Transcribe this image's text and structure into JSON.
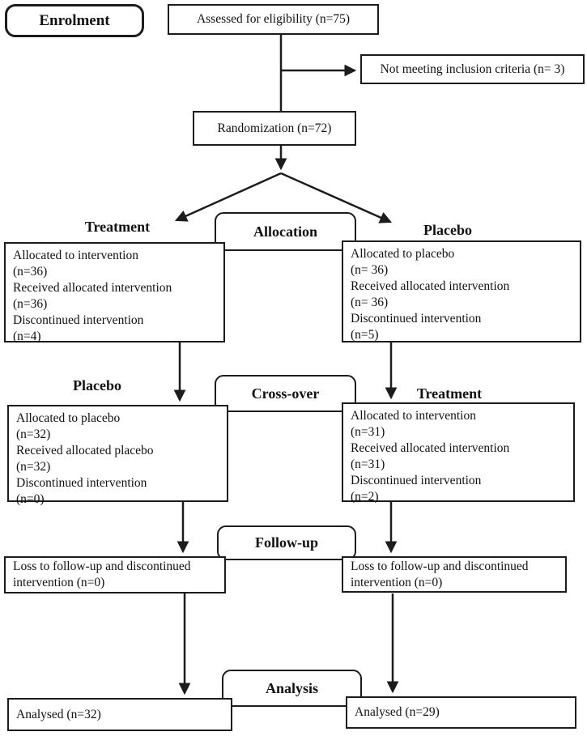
{
  "colors": {
    "line": "#1c1c1c",
    "border": "#1c1c1c",
    "text": "#111111",
    "background": "#ffffff"
  },
  "enrolment": {
    "tab": "Enrolment",
    "assessed": "Assessed for eligibility (n=75)",
    "excluded": "Not meeting inclusion criteria (n= 3)",
    "randomization": "Randomization (n=72)"
  },
  "allocation": {
    "tab": "Allocation",
    "left_label": "Treatment",
    "right_label": "Placebo",
    "left_lines": {
      "0": "Allocated to intervention",
      "1": "(n=36)",
      "2": "Received allocated intervention",
      "3": "(n=36)",
      "4": "Discontinued intervention",
      "5": "(n=4)"
    },
    "right_lines": {
      "0": "Allocated to placebo",
      "1": "(n= 36)",
      "2": "Received allocated intervention",
      "3": "(n= 36)",
      "4": "Discontinued intervention",
      "5": "(n=5)"
    }
  },
  "crossover": {
    "tab": "Cross-over",
    "left_label": "Placebo",
    "right_label": "Treatment",
    "left_lines": {
      "0": "Allocated to placebo",
      "1": "(n=32)",
      "2": "Received allocated placebo",
      "3": "(n=32)",
      "4": "Discontinued intervention",
      "5": "(n=0)"
    },
    "right_lines": {
      "0": "Allocated to intervention",
      "1": "(n=31)",
      "2": "Received allocated intervention",
      "3": "(n=31)",
      "4": "Discontinued intervention",
      "5": "(n=2)"
    }
  },
  "followup": {
    "tab": "Follow-up",
    "left_text": "Loss to follow-up and discontinued intervention (n=0)",
    "right_text": "Loss to follow-up and discontinued intervention (n=0)"
  },
  "analysis": {
    "tab": "Analysis",
    "left_text": "Analysed (n=32)",
    "right_text": "Analysed (n=29)"
  }
}
